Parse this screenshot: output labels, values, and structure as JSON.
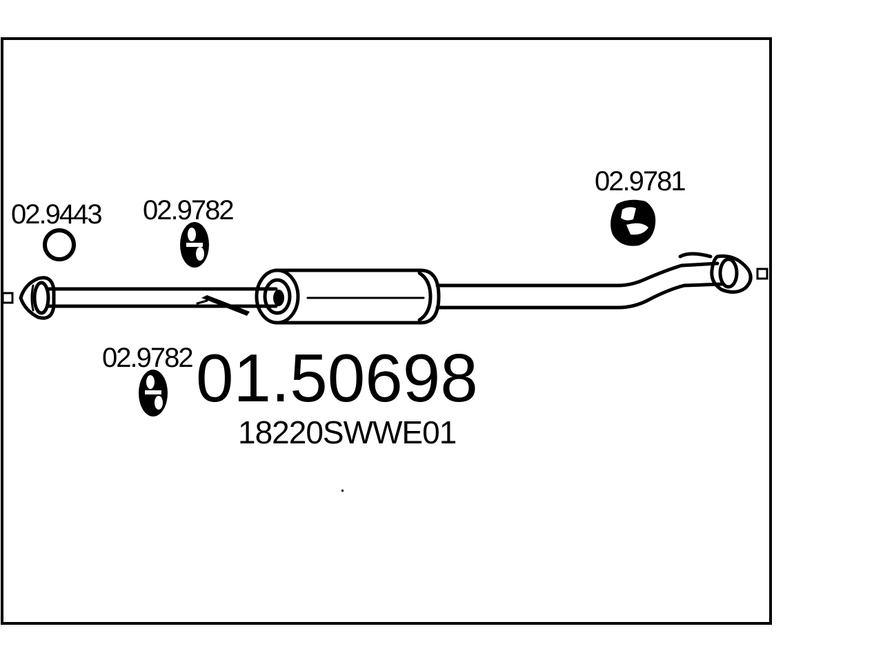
{
  "diagram": {
    "main_part_number": "01.50698",
    "oem_number": "18220SWWE01",
    "accessories": {
      "gasket_left": "02.9443",
      "hanger_top": "02.9782",
      "hanger_bottom": "02.9782",
      "hanger_right": "02.9781"
    }
  }
}
